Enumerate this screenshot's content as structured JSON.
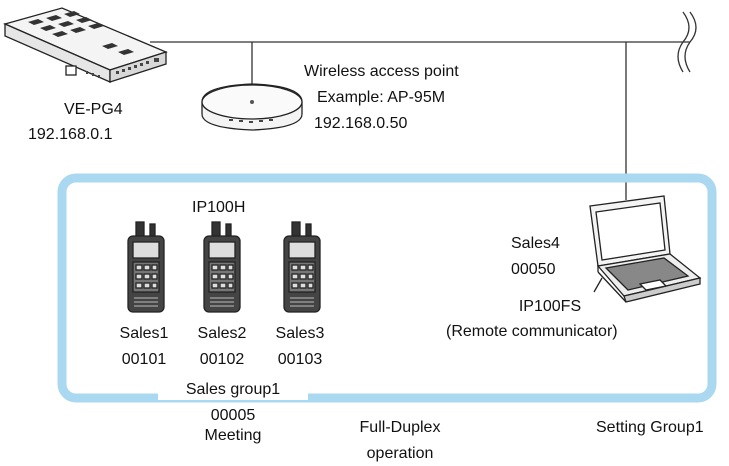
{
  "gateway": {
    "model": "VE-PG4",
    "ip": "192.168.0.1"
  },
  "access_point": {
    "title": "Wireless access point",
    "example": "Example: AP-95M",
    "ip": "192.168.0.50"
  },
  "radios": {
    "model": "IP100H",
    "units": [
      {
        "name": "Sales1",
        "id": "00101"
      },
      {
        "name": "Sales2",
        "id": "00102"
      },
      {
        "name": "Sales3",
        "id": "00103"
      }
    ]
  },
  "remote": {
    "name": "Sales4",
    "id": "00050",
    "model": "IP100FS",
    "desc": "(Remote communicator)"
  },
  "group": {
    "name": "Sales group1",
    "id": "00005",
    "mode": "Meeting"
  },
  "duplex": {
    "line1": "Full-Duplex",
    "line2": "operation"
  },
  "setting_group": "Setting Group1",
  "colors": {
    "group_border": "#a9d8f0",
    "line": "#333333"
  }
}
